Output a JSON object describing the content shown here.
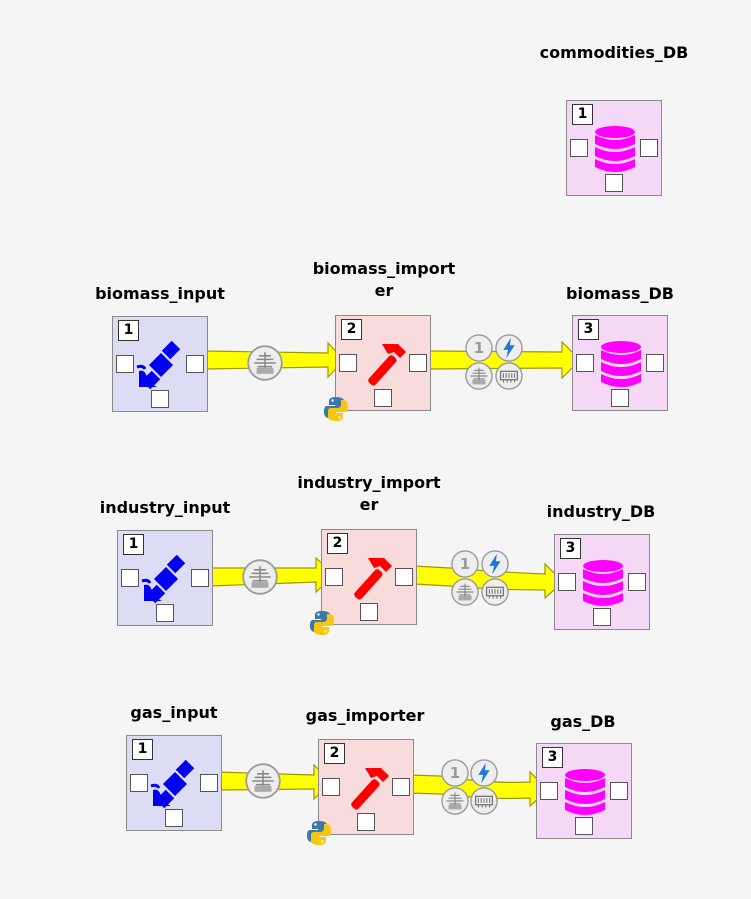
{
  "nodes": {
    "commodities_db": {
      "name": "commodities_DB",
      "rank": "1"
    },
    "biomass_input": {
      "name": "biomass_input",
      "rank": "1"
    },
    "biomass_importer": {
      "name": "biomass_importer",
      "rank": "2"
    },
    "biomass_db": {
      "name": "biomass_DB",
      "rank": "3"
    },
    "industry_input": {
      "name": "industry_input",
      "rank": "1"
    },
    "industry_importer": {
      "name": "industry_importer",
      "rank": "2"
    },
    "industry_db": {
      "name": "industry_DB",
      "rank": "3"
    },
    "gas_input": {
      "name": "gas_input",
      "rank": "1"
    },
    "gas_importer": {
      "name": "gas_importer",
      "rank": "2"
    },
    "gas_db": {
      "name": "gas_DB",
      "rank": "3"
    }
  },
  "badges": {
    "one": "1"
  },
  "colors": {
    "link": "#ffff00",
    "link_border": "#9a9a00",
    "input_fill": "#dcdcf5",
    "importer_fill": "#f8dcdc",
    "db_fill": "#f5d8f5",
    "satellite": "#0000ee",
    "hammer": "#ff0000",
    "database": "#ff00ff"
  },
  "icons": {
    "input": "satellite-icon",
    "importer": "hammer-icon",
    "db": "database-icon",
    "tool": "python-icon",
    "filter_a": "tree-filter-icon",
    "filter_b": "lightning-filter-icon",
    "filter_c": "memory-filter-icon"
  }
}
